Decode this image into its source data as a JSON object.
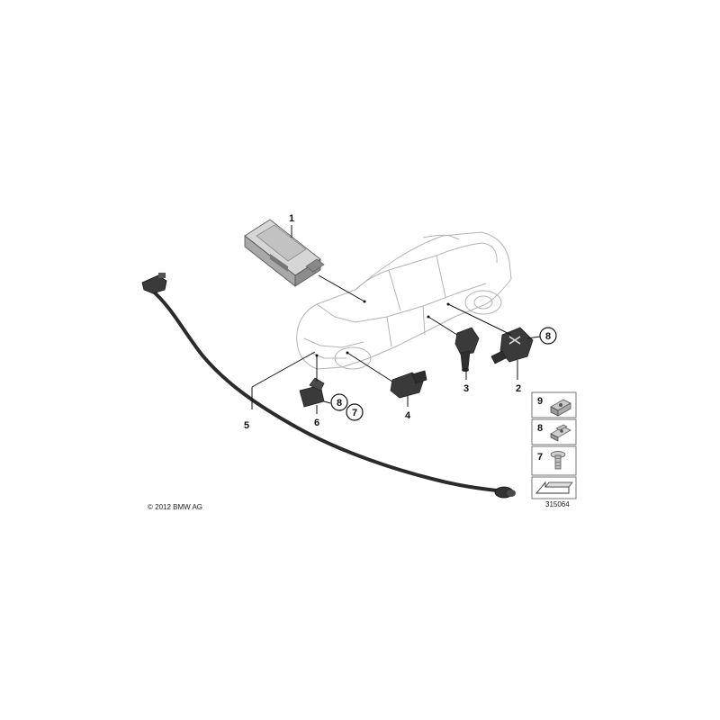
{
  "callouts": {
    "c1": "1",
    "c2": "2",
    "c3": "3",
    "c4": "4",
    "c5": "5",
    "c6": "6",
    "circle_8a": "8",
    "circle_8b": "8",
    "circle_7": "7"
  },
  "legend": {
    "item_9": "9",
    "item_8": "8",
    "item_7": "7"
  },
  "copyright": "© 2012 BMW AG",
  "diagram_number": "315064"
}
